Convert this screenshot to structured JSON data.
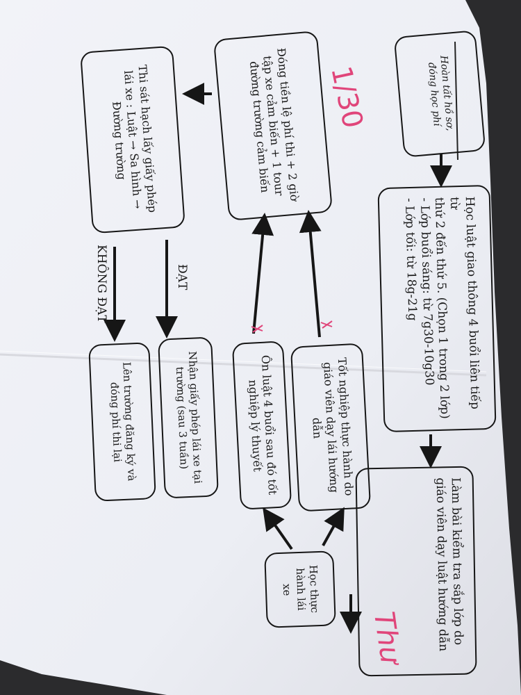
{
  "nodes": {
    "n1": {
      "lines": [
        "Hoàn tất hồ sơ,",
        "đóng học phí"
      ]
    },
    "n2": {
      "lines": [
        "Học luật giao thông 4 buổi liên tiếp từ",
        "thứ 2 đến thứ 5. (Chọn 1 trong 2 lớp)",
        "- Lớp buổi sáng: từ 7g30-10g30",
        "- Lớp tối: từ 18g-21g"
      ]
    },
    "n3": {
      "lines": [
        "Làm bài kiểm tra sắp lớp do",
        "giáo viên dạy luật hướng dẫn"
      ]
    },
    "n4": {
      "lines": [
        "Học thực",
        "hành lái xe"
      ]
    },
    "n5": {
      "lines": [
        "Tốt nghiệp thực hành do",
        "giáo viên dạy lái hướng",
        "dẫn"
      ]
    },
    "n6": {
      "lines": [
        "Ôn luật 4 buổi sau đó tốt",
        "nghiệp lý thuyết"
      ]
    },
    "n7": {
      "lines": [
        "Đóng tiền lệ phí thi + 2 giờ",
        "tập xe cảm biến + 1 tour",
        "đường trường cảm biến"
      ]
    },
    "n8": {
      "lines": [
        "Thi sát hạch lấy giấy phép",
        "lái xe : Luật → Sa hình →",
        "Đường trường"
      ]
    },
    "n9": {
      "lines": [
        "Nhận giấy phép lái xe tại",
        "trường  (sau 3 tuần)"
      ]
    },
    "n10": {
      "lines": [
        "Lên trường đăng ký và",
        "đóng phí thi lại"
      ]
    }
  },
  "edge_labels": {
    "pass": "ĐẠT",
    "fail": "KHÔNG ĐẠT"
  },
  "annotations": {
    "ink_1": "1/30",
    "ink_2": "Thư"
  },
  "colors": {
    "ink": "#e0457a",
    "paper": "#f4f4f8",
    "line": "#161616",
    "background": "#2b2b2d"
  }
}
